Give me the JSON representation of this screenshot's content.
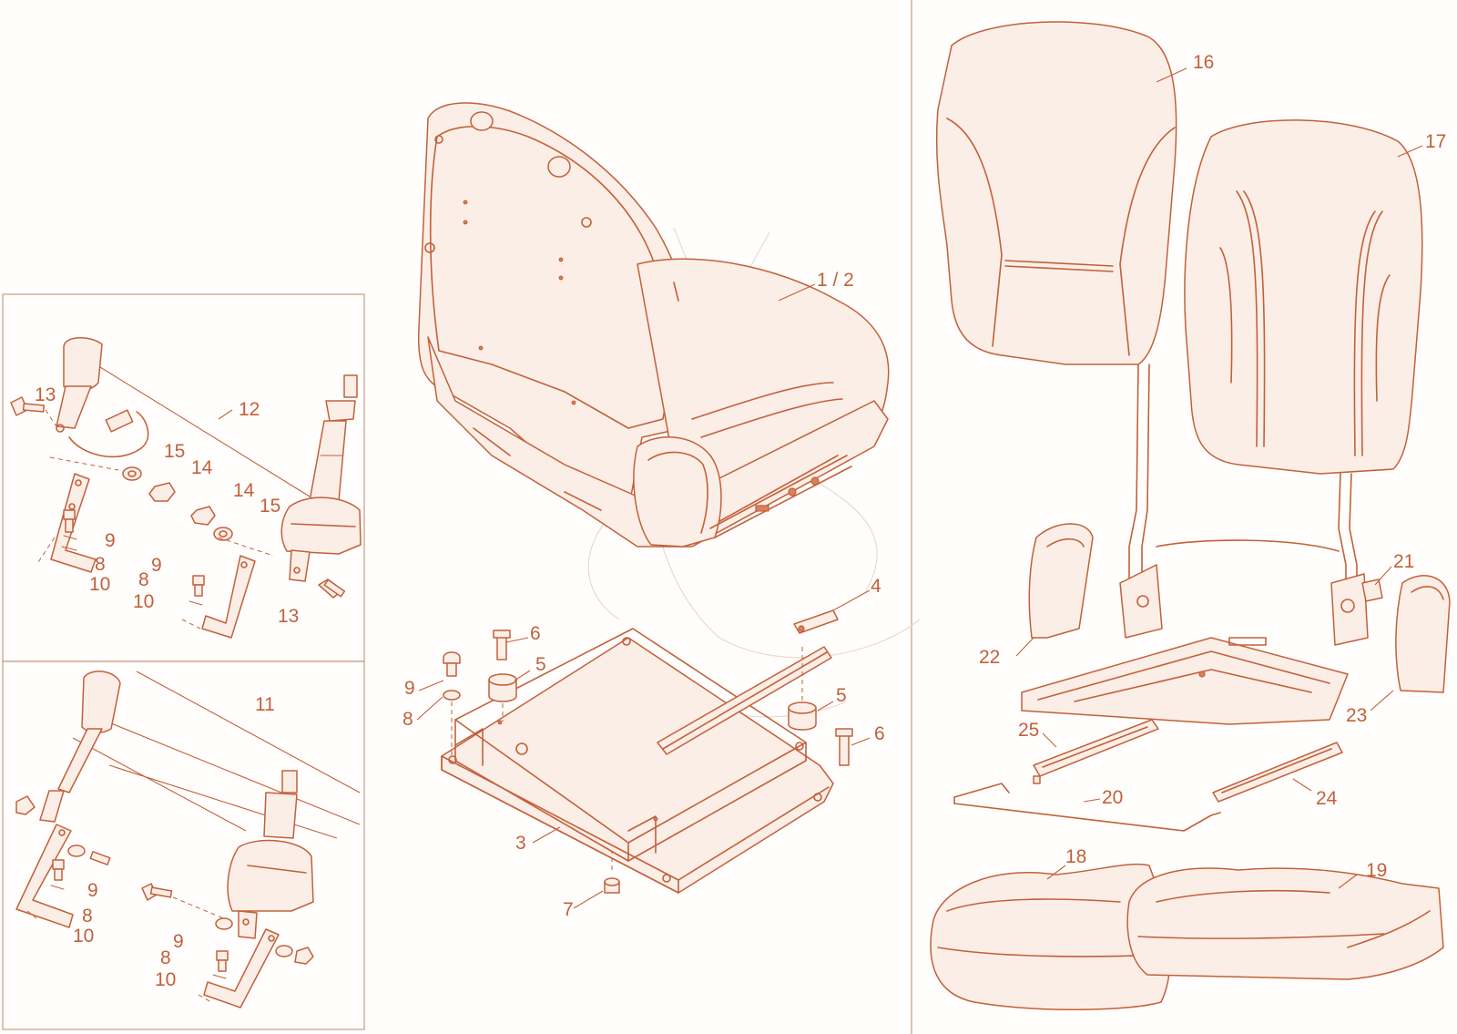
{
  "diagram": {
    "line_color": "#c3603a",
    "background_color": "#fffefc",
    "callouts": {
      "c1_2": "1 / 2",
      "c3": "3",
      "c4": "4",
      "c5a": "5",
      "c5b": "5",
      "c6a": "6",
      "c6b": "6",
      "c7": "7",
      "c8_mid": "8",
      "c9_mid": "9",
      "c12": "12",
      "c13a": "13",
      "c13b": "13",
      "c14a": "14",
      "c14b": "14",
      "c15a": "15",
      "c15b": "15",
      "c9_p1a": "9",
      "c8_p1a": "8",
      "c10_p1a": "10",
      "c9_p1b": "9",
      "c8_p1b": "8",
      "c10_p1b": "10",
      "c11": "11",
      "c9_p2a": "9",
      "c8_p2a": "8",
      "c10_p2a": "10",
      "c9_p2b": "9",
      "c8_p2b": "8",
      "c10_p2b": "10",
      "c16": "16",
      "c17": "17",
      "c18": "18",
      "c19": "19",
      "c20": "20",
      "c21": "21",
      "c22": "22",
      "c23": "23",
      "c24": "24",
      "c25": "25"
    }
  }
}
